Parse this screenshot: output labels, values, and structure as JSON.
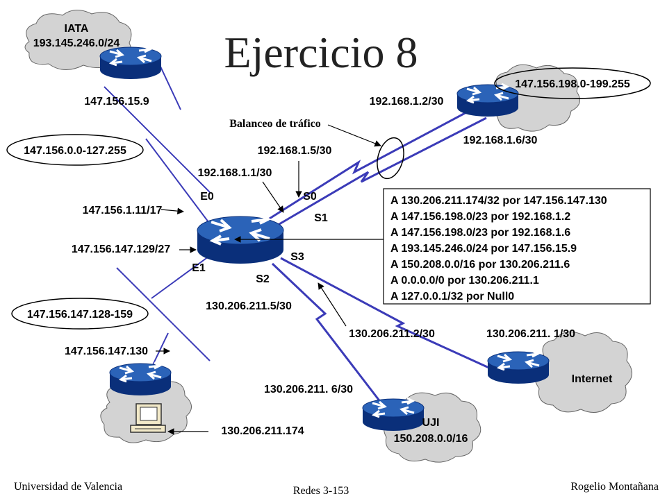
{
  "title": "Ejercicio 8",
  "clouds": {
    "iata_name": "IATA",
    "iata_net": "193.145.246.0/24",
    "internet": "Internet",
    "uji_name": "UJI",
    "uji_net": "150.208.0.0/16"
  },
  "labels": {
    "iata_router_ip": "147.156.15.9",
    "lan_e0_range": "147.156.0.0-127.255",
    "e0_ip": "147.156.1.11/17",
    "e1_ip": "147.156.147.129/27",
    "lan_e1_range": "147.156.147.128-159",
    "e1_router_ip": "147.156.147.130",
    "host_ip": "130.206.211.174",
    "s0_ip": "192.168.1.5/30",
    "s1_ip": "192.168.1.1/30",
    "remote1_ip": "192.168.1.2/30",
    "remote2_ip": "192.168.1.6/30",
    "remote_range": "147.156.198.0-199.255",
    "balance": "Balanceo de tráfico",
    "s2_ip": "130.206.211.5/30",
    "s3_ip": "130.206.211.2/30",
    "internet_ip": "130.206.211. 1/30",
    "uji_ip": "130.206.211. 6/30",
    "if_e0": "E0",
    "if_e1": "E1",
    "if_s0": "S0",
    "if_s1": "S1",
    "if_s2": "S2",
    "if_s3": "S3"
  },
  "routes": [
    "A 130.206.211.174/32 por 147.156.147.130",
    "A 147.156.198.0/23 por 192.168.1.2",
    "A 147.156.198.0/23 por 192.168.1.6",
    "A 193.145.246.0/24 por 147.156.15.9",
    "A 150.208.0.0/16 por 130.206.211.6",
    "A 0.0.0.0/0 por 130.206.211.1",
    "A 127.0.0.1/32 por Null0"
  ],
  "footer": {
    "left": "Universidad de Valencia",
    "center": "Redes 3-153",
    "right": "Rogelio Montañana"
  },
  "colors": {
    "link": "#3b3bb8",
    "router_top": "#2b63b8",
    "router_side": "#0a2f7a",
    "cloud": "#d3d3d3"
  }
}
